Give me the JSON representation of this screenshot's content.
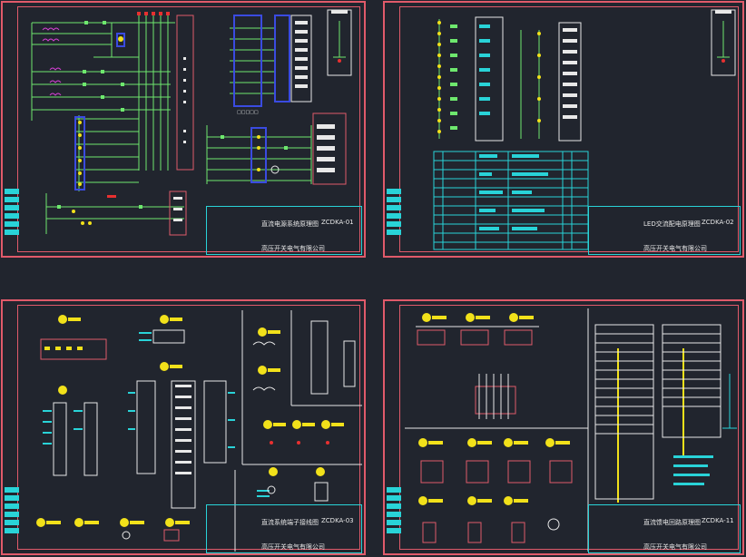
{
  "sheets": [
    {
      "id": "sheet-1",
      "title_block": {
        "drawing_title": "直流电源系统原理图",
        "drawing_code": "ZCDKA-01",
        "company": "高压开关电气有限公司"
      }
    },
    {
      "id": "sheet-2",
      "title_block": {
        "drawing_title": "LED交流配电原理图",
        "drawing_code": "ZCDKA-02",
        "company": "高压开关电气有限公司"
      }
    },
    {
      "id": "sheet-3",
      "title_block": {
        "drawing_title": "直流系统端子接线图",
        "drawing_code": "ZCDKA-03",
        "company": "高压开关电气有限公司"
      }
    },
    {
      "id": "sheet-4",
      "title_block": {
        "drawing_title": "直流馈电回路原理图",
        "drawing_code": "ZCDKA-11",
        "company": "高压开关电气有限公司"
      }
    }
  ],
  "colors": {
    "background": "#21252e",
    "border": "#e05a6a",
    "wire": "#6ee86e",
    "cyan": "#29d3d8",
    "yellow": "#f2e11a",
    "white": "#e8e8e8",
    "blue": "#3a4be0",
    "red": "#e83030",
    "magenta": "#d040d0"
  }
}
